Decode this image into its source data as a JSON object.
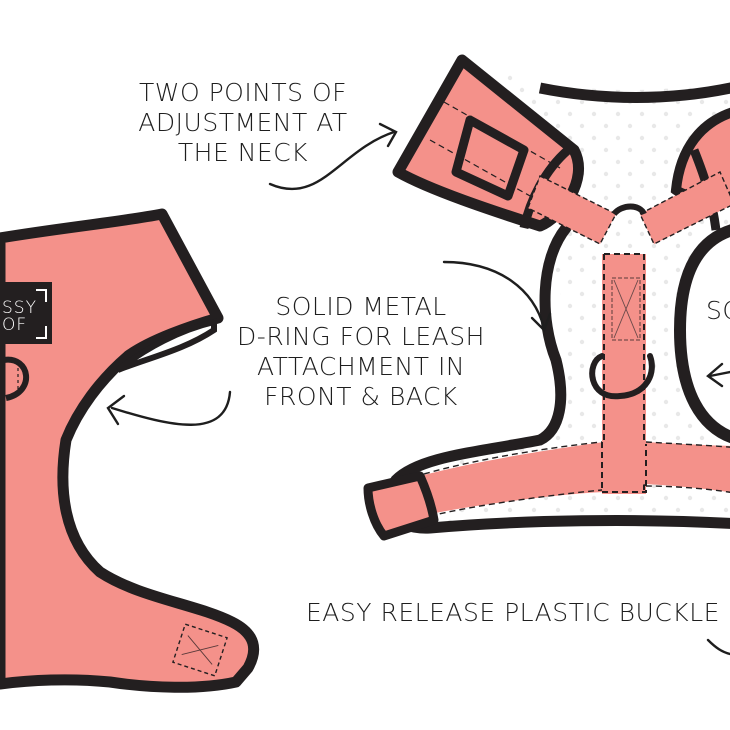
{
  "title": "Dog harness feature illustration",
  "colors": {
    "fabric": "#f4918a",
    "outline": "#231f20",
    "mesh": "#ffffff",
    "mesh_dot": "#e6e6e6",
    "text": "#1e1e1e",
    "logo_bg": "#231f20",
    "logo_text": "#ffffff"
  },
  "callouts": {
    "neck": {
      "lines": [
        "TWO POINTS OF",
        "ADJUSTMENT AT",
        "THE NECK"
      ]
    },
    "dring": {
      "lines": [
        "SOLID METAL",
        "D-RING FOR LEASH",
        "ATTACHMENT IN",
        "FRONT & BACK"
      ]
    },
    "right_partial": {
      "lines": [
        "SO"
      ]
    },
    "buckle": {
      "lines": [
        "EASY RELEASE PLASTIC BUCKLE"
      ]
    }
  },
  "logo": {
    "line1": "SSY",
    "line2": "OF"
  }
}
